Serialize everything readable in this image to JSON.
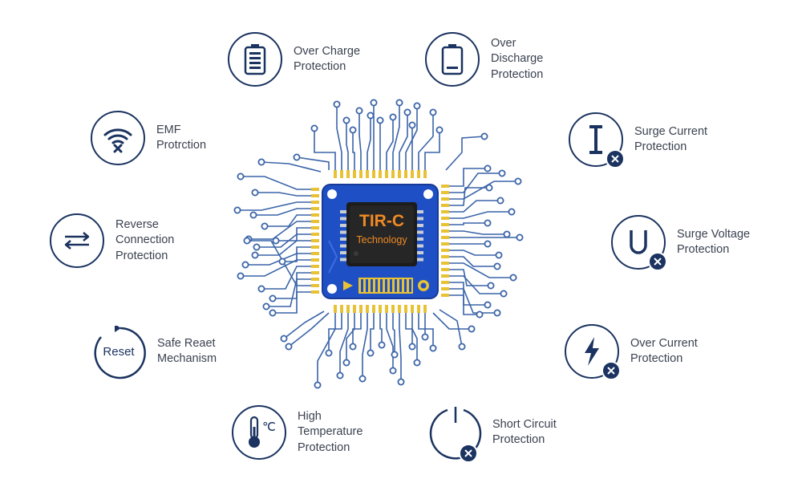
{
  "chip": {
    "title": "TIR-C",
    "subtitle": "Technology"
  },
  "features": {
    "over_charge": {
      "label": "Over Charge\nProtection",
      "icon": "battery-full-icon"
    },
    "over_discharge": {
      "label": "Over\nDischarge\nProtection",
      "icon": "battery-low-icon"
    },
    "emf": {
      "label": "EMF\nProtrction",
      "icon": "wifi-x-icon"
    },
    "surge_current": {
      "label": "Surge Current\nProtection",
      "icon": "current-i-icon"
    },
    "reverse_connection": {
      "label": "Reverse\nConnection\nProtection",
      "icon": "swap-arrows-icon"
    },
    "surge_voltage": {
      "label": "Surge Voltage\nProtection",
      "icon": "voltage-u-icon"
    },
    "safe_reset": {
      "label": "Safe Reaet\nMechanism",
      "icon": "reset-icon",
      "icon_text": "Reset"
    },
    "over_current": {
      "label": "Over Current\nProtection",
      "icon": "lightning-icon"
    },
    "high_temperature": {
      "label": "High\nTemperature\nProtection",
      "icon": "thermometer-icon",
      "icon_text": "℃"
    },
    "short_circuit": {
      "label": "Short Circuit\nProtection",
      "icon": "power-icon"
    }
  },
  "colors": {
    "navy": "#1b3360",
    "board_blue": "#1f4fc4",
    "pad_gold": "#e9c233",
    "wire_blue": "#3a64a8",
    "accent_orange": "#f08a24",
    "chip_black": "#1c1c1c"
  }
}
